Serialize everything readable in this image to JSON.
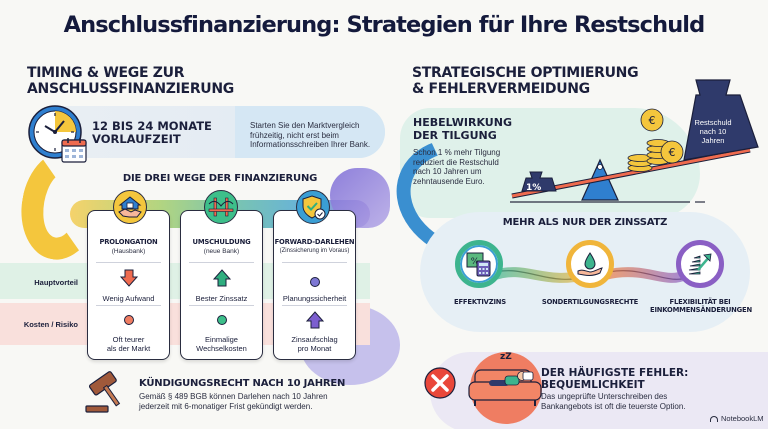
{
  "title": "Anschlussfinanzierung: Strategien für Ihre Restschuld",
  "left": {
    "heading_line1": "TIMING & WEGE ZUR",
    "heading_line2": "ANSCHLUSSFINANZIERUNG",
    "timing": {
      "headline_line1": "12 BIS 24 MONATE",
      "headline_line2": "VORLAUFZEIT",
      "note_line1": "Starten Sie den Marktvergleich",
      "note_line2": "frühzeitig, nicht erst beim",
      "note_line3": "Informationsschreiben Ihrer Bank.",
      "icons": [
        "clock-icon",
        "calendar-icon"
      ]
    },
    "ways_heading": "DIE DREI WEGE DER FINANZIERUNG",
    "row_labels": {
      "advantage": "Hauptvorteil",
      "cost": "Kosten / Risiko"
    },
    "cards": [
      {
        "title": "PROLONGATION",
        "subtitle": "(Hausbank)",
        "icon": "house-handshake-icon",
        "icon_color": "#f4c63d",
        "advantage_icon": "arrow-down-icon",
        "advantage_color": "#ef6b4f",
        "advantage": "Wenig Aufwand",
        "cost_icon": "dot-icon",
        "cost_color": "#ef7d62",
        "cost_line1": "Oft teurer",
        "cost_line2": "als der Markt"
      },
      {
        "title": "UMSCHULDUNG",
        "subtitle": "(neue Bank)",
        "icon": "bridge-icon",
        "icon_color": "#3dbf8a",
        "advantage_icon": "arrow-up-icon",
        "advantage_color": "#2fae7f",
        "advantage": "Bester Zinssatz",
        "cost_icon": "dot-icon",
        "cost_color": "#3dbf8a",
        "cost_line1": "Einmalige",
        "cost_line2": "Wechselkosten"
      },
      {
        "title": "FORWARD-DARLEHEN",
        "subtitle": "(Zinssicherung im Voraus)",
        "icon": "shield-check-icon",
        "icon_color": "#3a9ed4",
        "advantage_icon": "dot-icon",
        "advantage_color": "#7e78d4",
        "advantage": "Planungssicherheit",
        "cost_icon": "arrow-up-icon",
        "cost_color": "#7c5fcf",
        "cost_line1": "Zinsaufschlag",
        "cost_line2": "pro Monat"
      }
    ],
    "termination": {
      "heading": "KÜNDIGUNGSRECHT NACH 10 JAHREN",
      "text_line1": "Gemäß § 489 BGB können Darlehen nach 10 Jahren",
      "text_line2": "jederzeit mit 6-monatiger Frist gekündigt werden.",
      "icon": "gavel-icon"
    }
  },
  "right": {
    "heading_line1": "STRATEGISCHE OPTIMIERUNG",
    "heading_line2": "& FEHLERVERMEIDUNG",
    "leverage": {
      "heading_line1": "HEBELWIRKUNG",
      "heading_line2": "DER TILGUNG",
      "text_line1": "Schon 1 % mehr Tilgung",
      "text_line2": "reduziert die Restschuld",
      "text_line3": "nach 10 Jahren um",
      "text_line4": "zehntausende Euro.",
      "small_weight_label": "1%",
      "big_weight_line1": "Restschuld",
      "big_weight_line2": "nach 10",
      "big_weight_line3": "Jahren",
      "icons": [
        "seesaw-icon",
        "weight-icon",
        "euro-coins-icon"
      ]
    },
    "beyond_rate": {
      "heading": "MEHR ALS NUR DER ZINSSATZ",
      "items": [
        {
          "label_line1": "EFFEKTIVZINS",
          "label_line2": "",
          "icon": "percent-calculator-icon",
          "ring_color": "#3db48e"
        },
        {
          "label_line1": "SONDERTILGUNGSRECHTE",
          "label_line2": "",
          "icon": "hand-drop-icon",
          "ring_color": "#f0b53b"
        },
        {
          "label_line1": "FLEXIBILITÄT BEI",
          "label_line2": "EINKOMMENSÄNDERUNGEN",
          "icon": "growth-arrow-icon",
          "ring_color": "#8a5fc4"
        }
      ]
    },
    "mistake": {
      "heading_line1": "DER HÄUFIGSTE FEHLER:",
      "heading_line2": "BEQUEMLICHKEIT",
      "text_line1": "Das ungeprüfte Unterschreiben des",
      "text_line2": "Bankangebots ist oft die teuerste Option.",
      "sleep_label": "zZ",
      "icons": [
        "x-circle-icon",
        "sleeping-on-couch-icon"
      ]
    }
  },
  "watermark": "NotebookLM",
  "colors": {
    "navy": "#1b1f3b",
    "yellow": "#f4c63d",
    "green": "#3dbf8a",
    "blue": "#3a9ed4",
    "purple": "#7c5fcf",
    "coral": "#ef6b4f"
  }
}
